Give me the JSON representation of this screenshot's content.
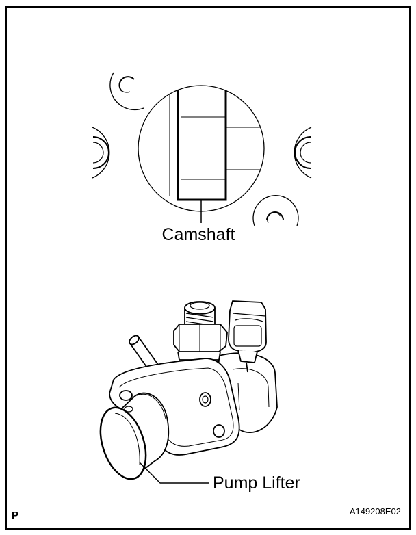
{
  "figure": {
    "labels": {
      "camshaft": "Camshaft",
      "pump_lifter": "Pump Lifter",
      "corner_letter": "P",
      "figure_code": "A149208E02"
    }
  }
}
